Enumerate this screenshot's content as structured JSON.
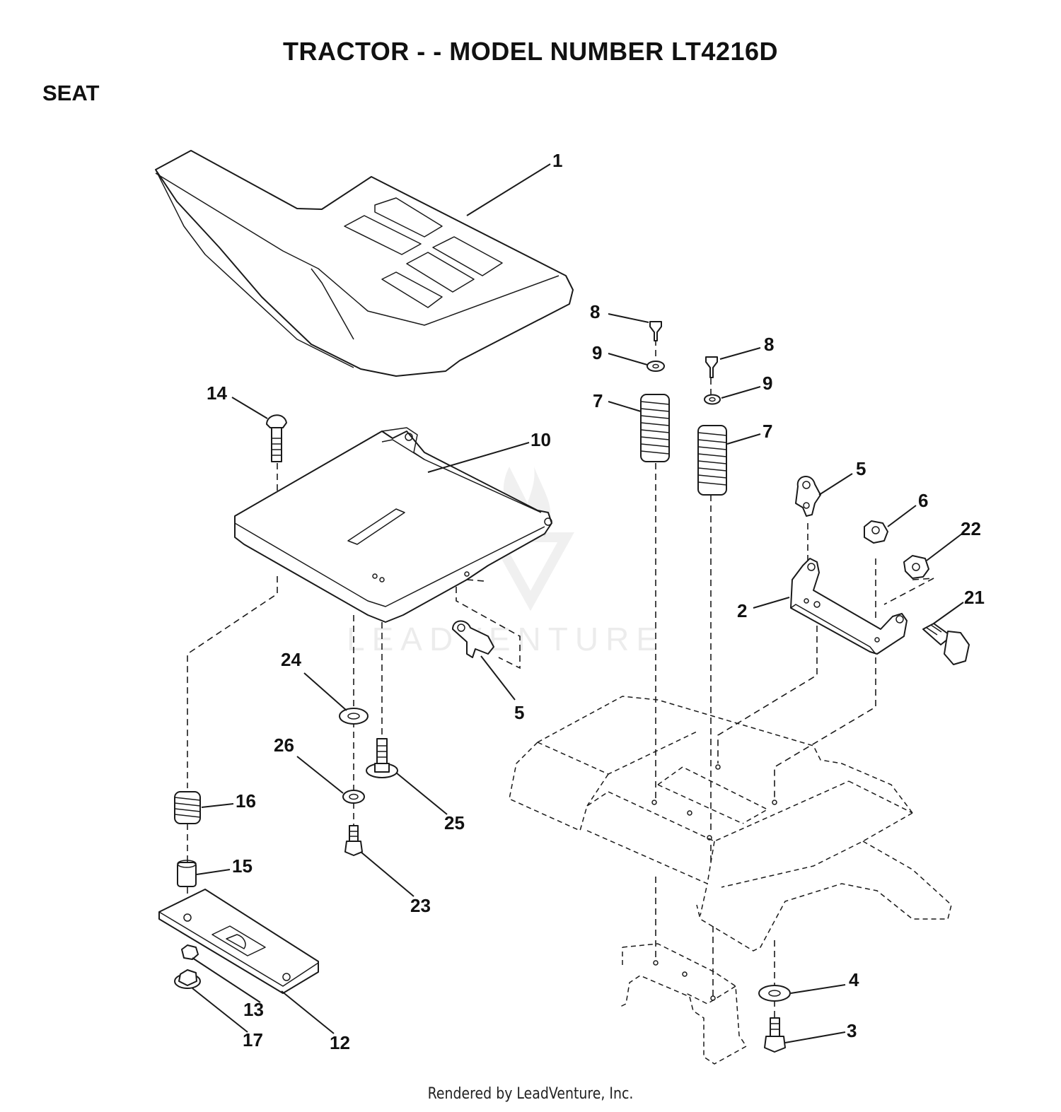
{
  "title": "TRACTOR - - MODEL NUMBER LT4216D",
  "section": "SEAT",
  "footer": "Rendered by LeadVenture, Inc.",
  "watermark": "LEADVENTURE",
  "callouts": {
    "c1": "1",
    "c2": "2",
    "c3": "3",
    "c4": "4",
    "c5a": "5",
    "c5b": "5",
    "c6": "6",
    "c7a": "7",
    "c7b": "7",
    "c8a": "8",
    "c8b": "8",
    "c9a": "9",
    "c9b": "9",
    "c10": "10",
    "c12": "12",
    "c13": "13",
    "c14": "14",
    "c15": "15",
    "c16": "16",
    "c17": "17",
    "c21": "21",
    "c22": "22",
    "c23": "23",
    "c24": "24",
    "c25": "25",
    "c26": "26"
  }
}
